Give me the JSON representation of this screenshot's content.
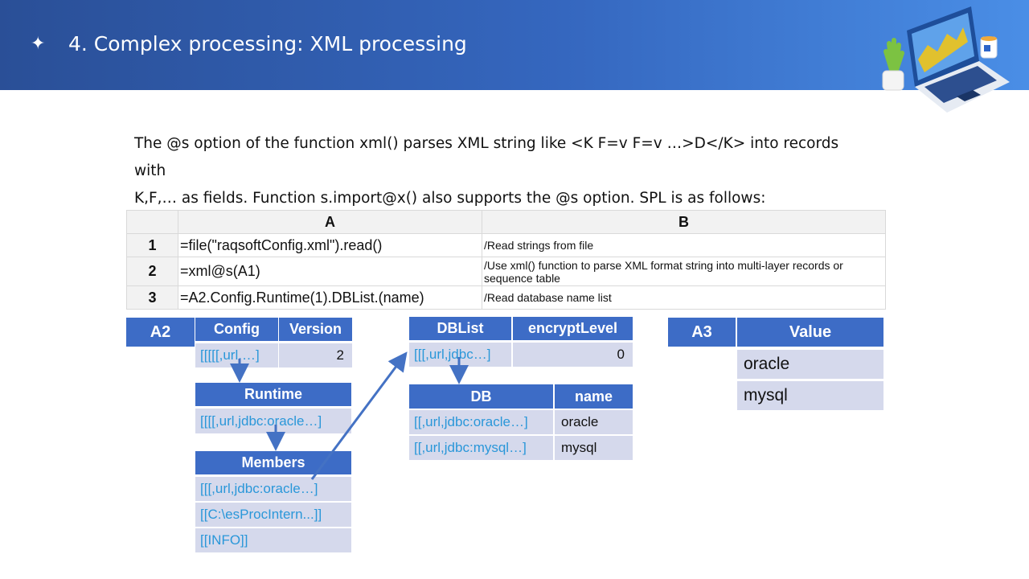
{
  "header": {
    "title": "4. Complex processing: XML processing"
  },
  "intro": {
    "line1": "The @s option of the function xml() parses XML string like <K F=v F=v …>D</K> into records with",
    "line2": "K,F,… as fields. Function s.import@x() also supports the @s option. SPL is as follows:"
  },
  "grid": {
    "col_a": "A",
    "col_b": "B",
    "rows": [
      {
        "num": "1",
        "a": "=file(\"raqsoftConfig.xml\").read()",
        "b": "/Read strings from file"
      },
      {
        "num": "2",
        "a": "=xml@s(A1)",
        "b": "/Use xml() function to parse XML format string into multi-layer records or sequence table"
      },
      {
        "num": "3",
        "a": "=A2.Config.Runtime(1).DBList.(name)",
        "b": "/Read database name list"
      }
    ]
  },
  "a2": {
    "label": "A2",
    "col_config": "Config",
    "col_version": "Version",
    "config_value": "[[[[[,url,…]",
    "version_value": "2"
  },
  "runtime": {
    "header": "Runtime",
    "value": "[[[[,url,jdbc:oracle…]"
  },
  "members": {
    "header": "Members",
    "rows": [
      "[[[,url,jdbc:oracle…]",
      "[[C:\\esProcIntern...]]",
      "[[INFO]]"
    ]
  },
  "dblist": {
    "col_dblist": "DBList",
    "col_encrypt": "encryptLevel",
    "dblist_value": "[[[,url,jdbc…]",
    "encrypt_value": "0"
  },
  "db": {
    "col_db": "DB",
    "col_name": "name",
    "rows": [
      {
        "db": "[[,url,jdbc:oracle…]",
        "name": "oracle"
      },
      {
        "db": "[[,url,jdbc:mysql…]",
        "name": "mysql"
      }
    ]
  },
  "a3": {
    "label": "A3",
    "col_value": "Value",
    "rows": [
      "oracle",
      "mysql"
    ]
  },
  "colors": {
    "header_blue": "#3d6cc6",
    "cell_fill": "#d5d9ec",
    "link_text": "#2a97d9",
    "arrow": "#4472c4"
  }
}
